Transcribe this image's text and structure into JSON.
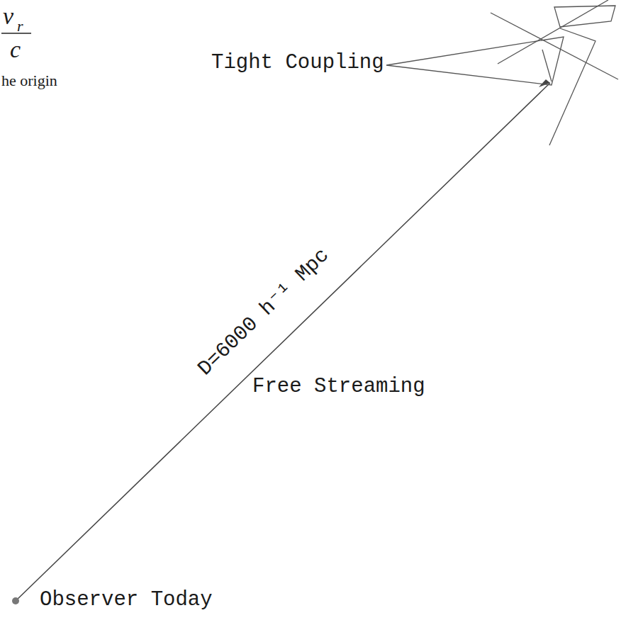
{
  "diagram": {
    "labels": [
      "v",
      "r",
      "c",
      "he origin",
      "Tight Coupling",
      "D=6000 h⁻¹ Mpc",
      "Free Streaming",
      "Observer Today"
    ]
  }
}
